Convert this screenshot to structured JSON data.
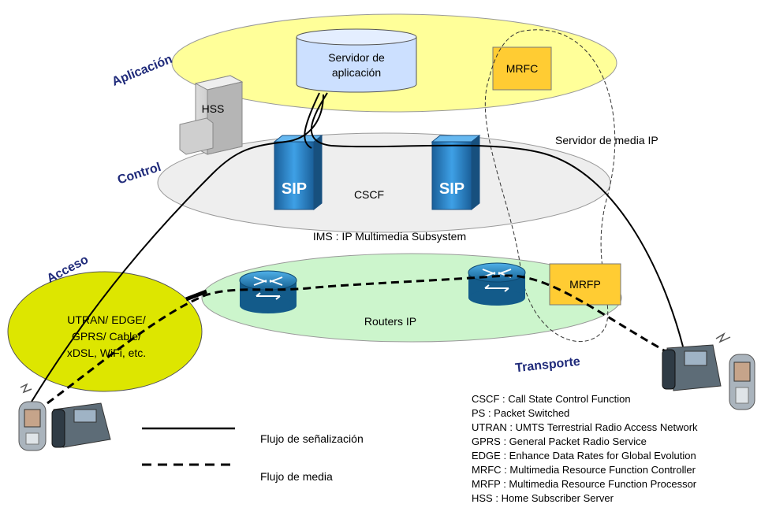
{
  "layers": {
    "aplicacion": "Aplicación",
    "control": "Control",
    "acceso": "Acceso",
    "transporte": "Transporte"
  },
  "nodes": {
    "servidor_line1": "Servidor de",
    "servidor_line2": "aplicación",
    "mrfc": "MRFC",
    "hss": "HSS",
    "servidor_media": "Servidor de media IP",
    "cscf": "CSCF",
    "sip": "SIP",
    "ims": "IMS : IP Multimedia Subsystem",
    "mrfp": "MRFP",
    "routers": "Routers IP",
    "access_line1": "UTRAN/ EDGE/",
    "access_line2": "GPRS/ Cable/",
    "access_line3": "xDSL, WiFi, etc."
  },
  "legend": {
    "signaling": "Flujo de señalización",
    "media": "Flujo de media"
  },
  "glossary": [
    "CSCF : Call State Control Function",
    "PS : Packet Switched",
    "UTRAN : UMTS Terrestrial Radio Access Network",
    "GPRS : General Packet Radio Service",
    "EDGE : Enhance Data Rates for Global Evolution",
    "MRFC : Multimedia Resource Function Controller",
    "MRFP : Multimedia Resource Function Processor",
    "HSS : Home Subscriber Server"
  ],
  "colors": {
    "app_plane": "#ffff99",
    "control_plane": "#eeeeee",
    "transport_plane": "#ccf5cc",
    "access_plane": "#dde600",
    "server": "#cce0ff",
    "mrf": "#ffcc33",
    "sip": "#2a7fc4",
    "router": "#1f7fb8",
    "layer_text": "#1f2a7a"
  }
}
